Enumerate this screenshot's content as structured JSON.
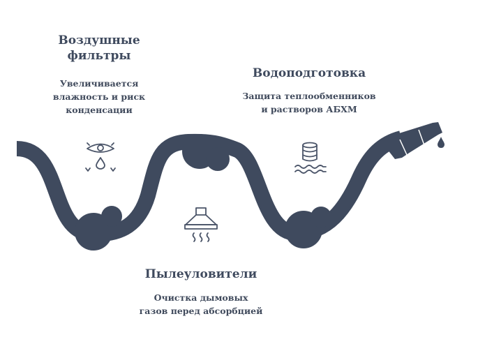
{
  "colors": {
    "pipe": "#3f4a5e",
    "icon": "#4a5468",
    "text": "#3f4a5e",
    "background": "#ffffff"
  },
  "items": [
    {
      "title": "Воздушные\nфильтры",
      "description": "Увеличивается\nвлажность и риск\nконденсации",
      "icon": "eye-drop-icon"
    },
    {
      "title": "Водоподготовка",
      "description": "Защита теплообменников\nи растворов АБХМ",
      "icon": "database-water-icon"
    },
    {
      "title": "Пылеуловители",
      "description": "Очистка дымовых\nгазов перед абсорбцией",
      "icon": "range-hood-icon"
    }
  ]
}
